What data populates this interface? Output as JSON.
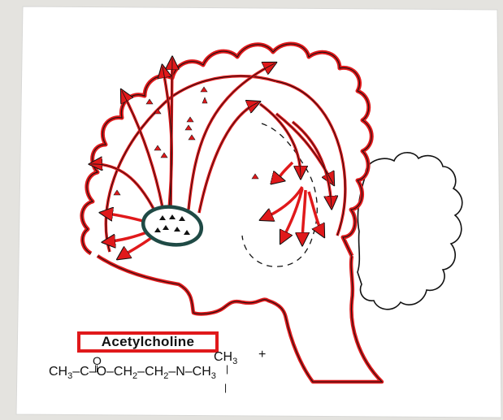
{
  "label": {
    "title": "Acetylcholine"
  },
  "formula": {
    "top_o": "O",
    "top_ch3": "CH",
    "top_ch3_sub": "3",
    "charge": "+",
    "main_parts": [
      "CH",
      "3",
      "–C–O–CH",
      "2",
      "–CH",
      "2",
      "–N–CH",
      "3"
    ],
    "bottom_mark": "|"
  },
  "colors": {
    "paper": "#ffffff",
    "background": "#e4e3df",
    "pathway": "#e0191b",
    "outline": "#111111",
    "nucleus": "#1f4a45"
  }
}
